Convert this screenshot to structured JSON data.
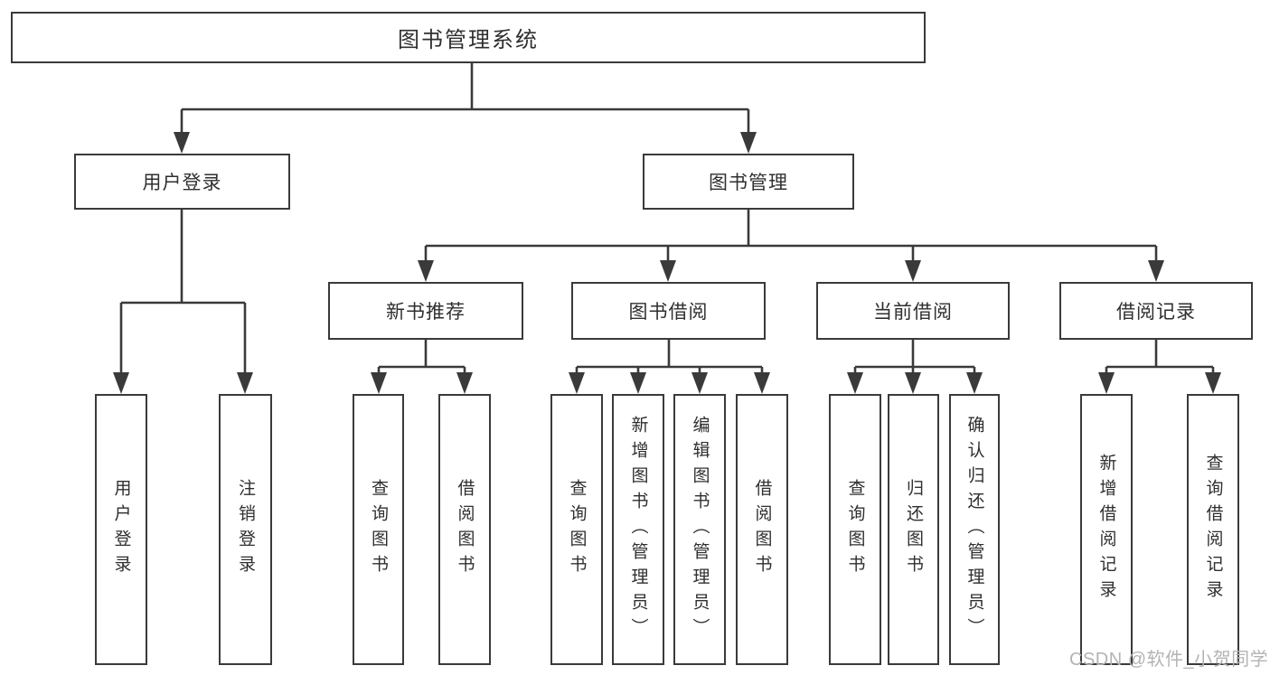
{
  "diagram": {
    "root": {
      "label": "图书管理系统"
    },
    "branches": [
      {
        "label": "用户登录",
        "children": [
          "用户登录",
          "注销登录"
        ]
      },
      {
        "label": "图书管理",
        "sub": [
          {
            "label": "新书推荐",
            "children": [
              "查询图书",
              "借阅图书"
            ]
          },
          {
            "label": "图书借阅",
            "children": [
              "查询图书",
              "新增图书（管理员）",
              "编辑图书（管理员）",
              "借阅图书"
            ]
          },
          {
            "label": "当前借阅",
            "children": [
              "查询图书",
              "归还图书",
              "确认归还（管理员）"
            ]
          },
          {
            "label": "借阅记录",
            "children": [
              "新增借阅记录",
              "查询借阅记录"
            ]
          }
        ]
      }
    ],
    "colors": {
      "line": "#3a3a3a",
      "text": "#2f2f2f",
      "background": "#ffffff",
      "watermark": "#b3b3b3"
    }
  },
  "watermark": {
    "text": "CSDN @软件_小贺同学"
  }
}
